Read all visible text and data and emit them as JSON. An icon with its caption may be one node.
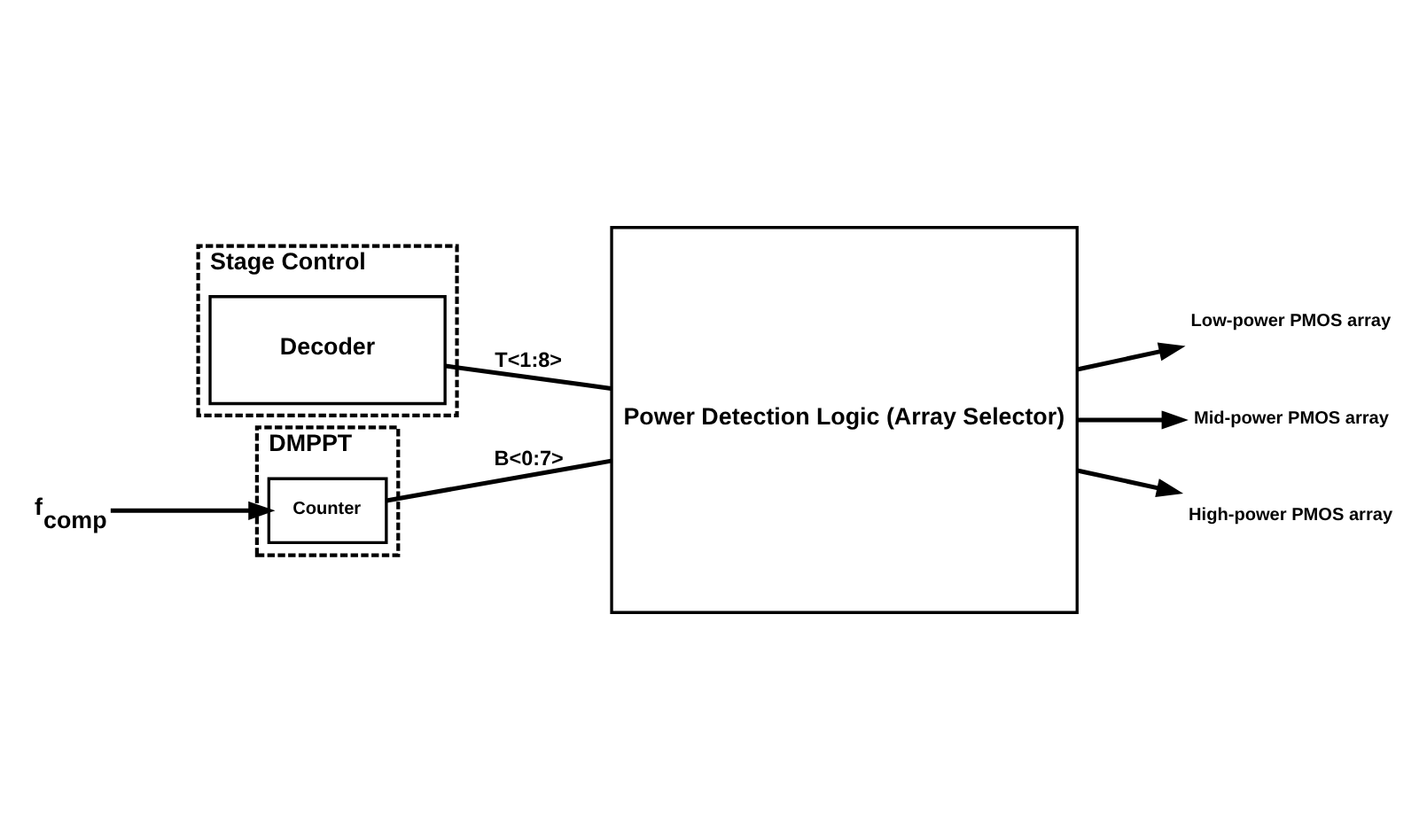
{
  "diagram": {
    "nodes": [
      {
        "text": [
          "Stage Control"
        ]
      },
      {
        "text": [
          "Decoder"
        ],
        "in": 0
      },
      {
        "text": [
          "DMPPT"
        ]
      },
      {
        "text": [
          "Counter"
        ],
        "in": 2
      },
      {
        "text": [
          "Power Detection Logic (Array Selector)"
        ]
      },
      {
        "text": [
          "Low-power PMOS array"
        ]
      },
      {
        "text": [
          "Mid-power PMOS array"
        ]
      },
      {
        "text": [
          "High-power PMOS array"
        ]
      },
      {
        "text": [
          "f$_{comp}$"
        ]
      }
    ],
    "edges": [
      {
        "from": 1,
        "to": 4,
        "arrow": "none",
        "label": "T<1:8>"
      },
      {
        "from": 3,
        "to": 4,
        "arrow": "none",
        "label": "B<0:7>"
      },
      {
        "from": 4,
        "to": 5,
        "arrow": "to"
      },
      {
        "from": 4,
        "to": 6,
        "arrow": "to"
      },
      {
        "from": 4,
        "to": 7,
        "arrow": "to"
      },
      {
        "from": 8,
        "to": 3,
        "arrow": "to"
      }
    ]
  }
}
